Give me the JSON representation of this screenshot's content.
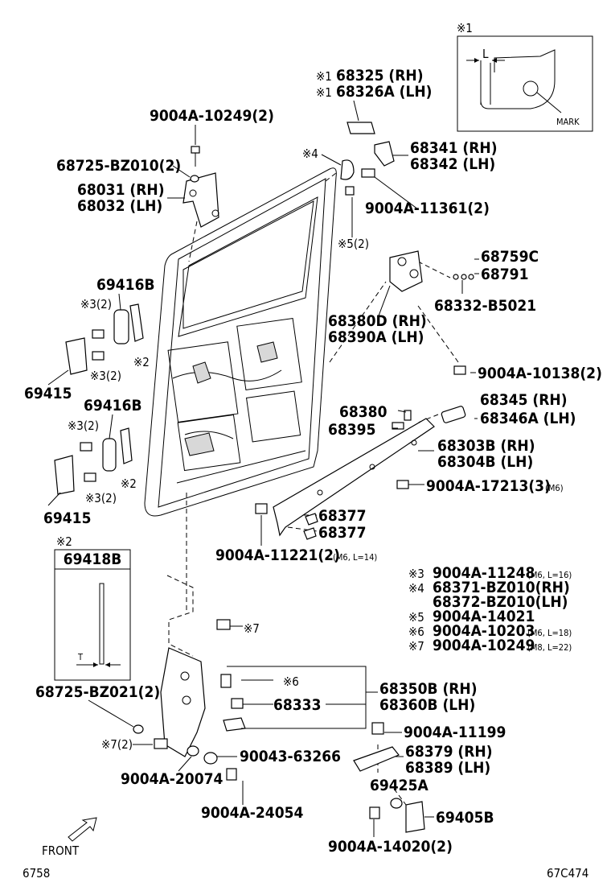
{
  "callouts": {
    "top_ref1": "※1",
    "top_ref1_b": "※1",
    "p68325": "68325 (RH)",
    "p68326a": "68326A (LH)",
    "p9004a10249": "9004A-10249(2)",
    "p68725bz010": "68725-BZ010(2)",
    "p68031": "68031 (RH)",
    "p68032": "68032 (LH)",
    "p68341": "68341 (RH)",
    "p68342": "68342 (LH)",
    "ref4": "※4",
    "p9004a11361": "9004A-11361(2)",
    "ref5_2": "※5(2)",
    "p68759c": "68759C",
    "p68791": "68791",
    "p68332b5021": "68332-B5021",
    "p69416b_top": "69416B",
    "ref3_2a": "※3(2)",
    "ref3_2b": "※3(2)",
    "ref2a": "※2",
    "p69415_top": "69415",
    "p68380d": "68380D (RH)",
    "p68390a": "68390A (LH)",
    "p9004a10138": "9004A-10138(2)",
    "p69416b_bot": "69416B",
    "ref3_2c": "※3(2)",
    "ref3_2d": "※3(2)",
    "ref2b": "※2",
    "p69415_bot": "69415",
    "p68380": "68380",
    "p68395": "68395",
    "p68345": "68345 (RH)",
    "p68346a": "68346A (LH)",
    "p68303b": "68303B (RH)",
    "p68304b": "68304B (LH)",
    "p9004a17213": "9004A-17213(3)",
    "p9004a17213_note": "(M6)",
    "p68377a": "68377",
    "p68377b": "68377",
    "p9004a11221": "9004A-11221(2)",
    "p9004a11221_note": "(M6, L=14)",
    "ref7": "※7",
    "ref6": "※6",
    "p68333": "68333",
    "p68350b": "68350B (RH)",
    "p68360b": "68360B (LH)",
    "p9004a11199": "9004A-11199",
    "ref7_2": "※7(2)",
    "p9004363266": "90043-63266",
    "p9004a20074": "9004A-20074",
    "p68379": "68379 (RH)",
    "p68389": "68389 (LH)",
    "p69425a": "69425A",
    "p9004a24054": "9004A-24054",
    "p69405b": "69405B",
    "p9004a14020": "9004A-14020(2)",
    "p68725bz021": "68725-BZ021(2)"
  },
  "inset1": {
    "ref": "※1",
    "dim": "L",
    "mark": "MARK"
  },
  "inset2": {
    "ref": "※2",
    "part": "69418B",
    "dim": "T"
  },
  "legend": [
    {
      "ref": "※3",
      "part": "9004A-11248",
      "note": "(M6, L=16)"
    },
    {
      "ref": "※4",
      "part": "68371-BZ010(RH)",
      "note": ""
    },
    {
      "ref": "",
      "part": "68372-BZ010(LH)",
      "note": ""
    },
    {
      "ref": "※5",
      "part": "9004A-14021",
      "note": ""
    },
    {
      "ref": "※6",
      "part": "9004A-10203",
      "note": "(M6, L=18)"
    },
    {
      "ref": "※7",
      "part": "9004A-10249",
      "note": "(M8, L=22)"
    }
  ],
  "footer": {
    "front": "FRONT",
    "left_code": "6758",
    "right_code": "67C474"
  }
}
